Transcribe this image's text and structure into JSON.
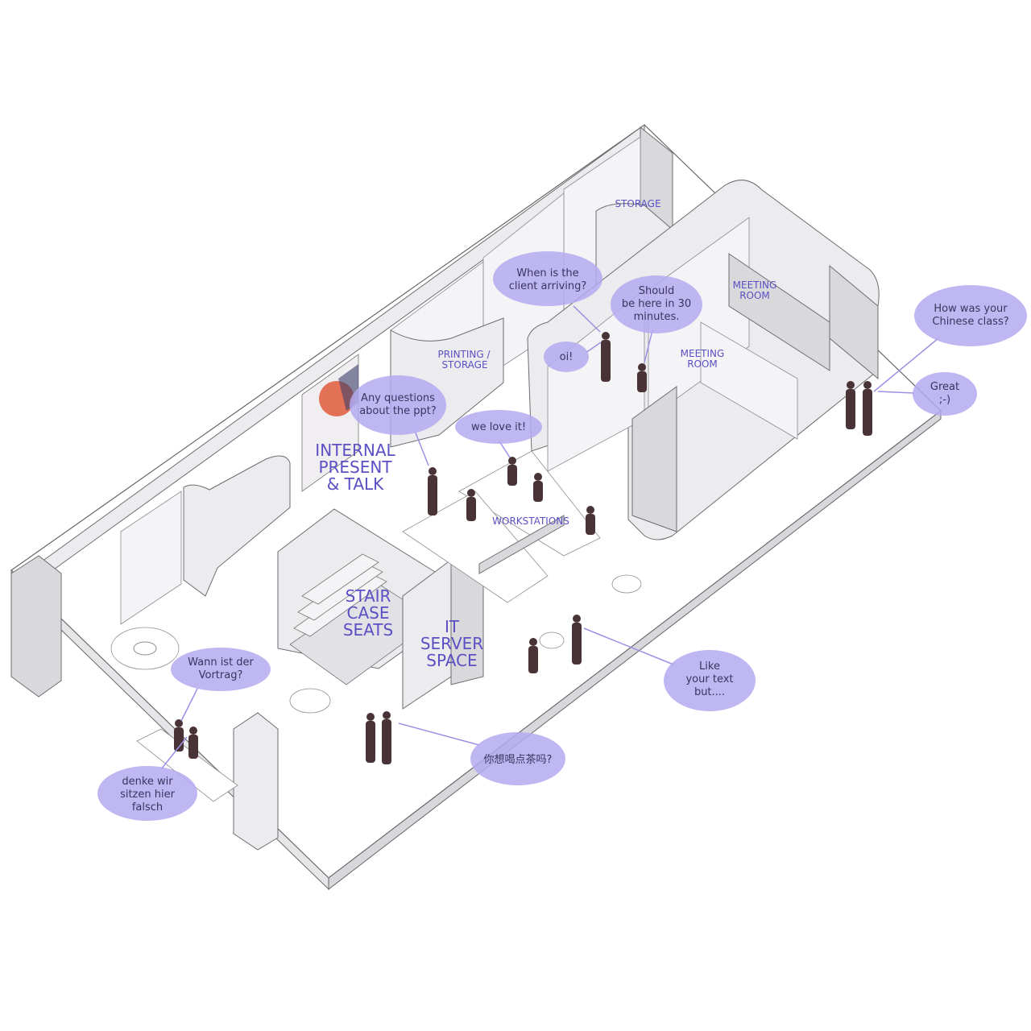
{
  "zones": {
    "storage": "STORAGE",
    "printing_line1": "PRINTING /",
    "printing_line2": "STORAGE",
    "meeting_room_a_line1": "MEETING",
    "meeting_room_a_line2": "ROOM",
    "meeting_room_b_line1": "MEETING",
    "meeting_room_b_line2": "ROOM",
    "internal_line1": "INTERNAL",
    "internal_line2": "PRESENT",
    "internal_line3": "& TALK",
    "workstations": "WORKSTATIONS",
    "stair_line1": "STAIR",
    "stair_line2": "CASE",
    "stair_line3": "SEATS",
    "it_line1": "IT",
    "it_line2": "SERVER",
    "it_line3": "SPACE"
  },
  "bubbles": {
    "client_l1": "When is the",
    "client_l2": "client arriving?",
    "soon_l1": "Should",
    "soon_l2": "be here in 30",
    "soon_l3": "minutes.",
    "oi": "oi!",
    "ppt_l1": "Any questions",
    "ppt_l2": "about the ppt?",
    "love": "we love it!",
    "chinese_l1": "How was your",
    "chinese_l2": "Chinese class?",
    "great_l1": "Great",
    "great_l2": ";-)",
    "vortrag_l1": "Wann ist der",
    "vortrag_l2": "Vortrag?",
    "text_l1": "Like",
    "text_l2": "your text",
    "text_l3": "but....",
    "tea": "你想喝点茶吗?",
    "falsch_l1": "denke wir",
    "falsch_l2": "sitzen hier",
    "falsch_l3": "falsch"
  },
  "colors": {
    "zone_label": "#5b4fc4",
    "bubble_fill": "#b4aaf0",
    "person": "#4a3336",
    "artwork": "#e05a3a"
  }
}
